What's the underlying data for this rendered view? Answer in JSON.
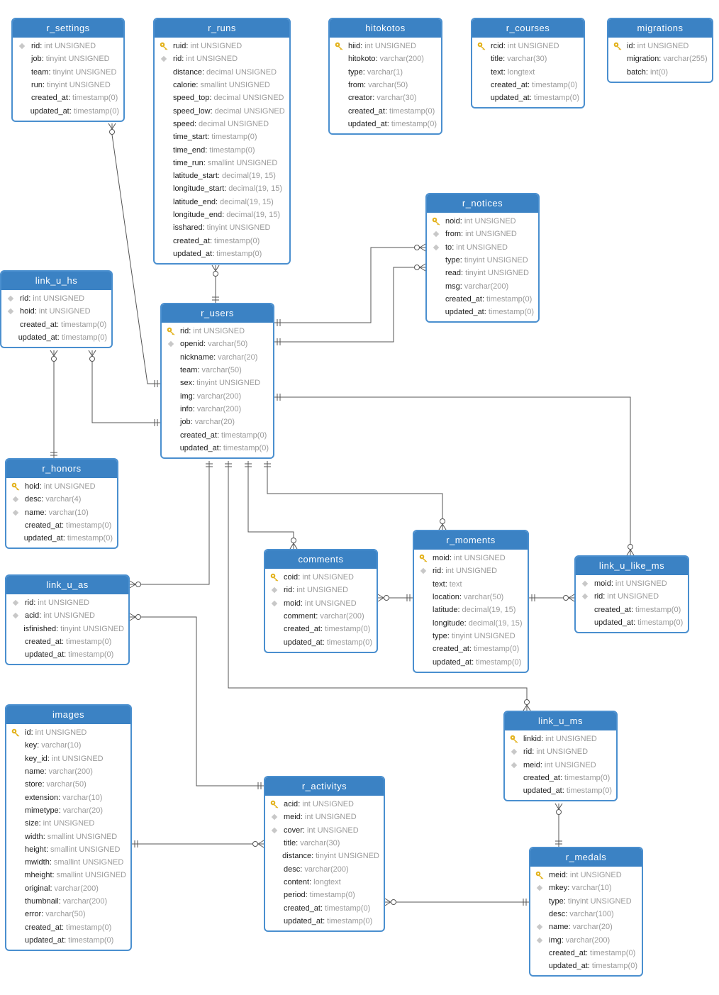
{
  "colors": {
    "header": "#3b82c4",
    "border": "#4a8fcf",
    "line": "#555555",
    "key": "#e3b21c"
  },
  "tables": [
    {
      "name": "r_settings",
      "fields": [
        {
          "name": "rid",
          "type": "int UNSIGNED",
          "icon": "index"
        },
        {
          "name": "job",
          "type": "tinyint UNSIGNED",
          "icon": "none"
        },
        {
          "name": "team",
          "type": "tinyint UNSIGNED",
          "icon": "none"
        },
        {
          "name": "run",
          "type": "tinyint UNSIGNED",
          "icon": "none"
        },
        {
          "name": "created_at",
          "type": "timestamp(0)",
          "icon": "none"
        },
        {
          "name": "updated_at",
          "type": "timestamp(0)",
          "icon": "none"
        }
      ]
    },
    {
      "name": "r_runs",
      "fields": [
        {
          "name": "ruid",
          "type": "int UNSIGNED",
          "icon": "key"
        },
        {
          "name": "rid",
          "type": "int UNSIGNED",
          "icon": "index"
        },
        {
          "name": "distance",
          "type": "decimal UNSIGNED",
          "icon": "none"
        },
        {
          "name": "calorie",
          "type": "smallint UNSIGNED",
          "icon": "none"
        },
        {
          "name": "speed_top",
          "type": "decimal UNSIGNED",
          "icon": "none"
        },
        {
          "name": "speed_low",
          "type": "decimal UNSIGNED",
          "icon": "none"
        },
        {
          "name": "speed",
          "type": "decimal UNSIGNED",
          "icon": "none"
        },
        {
          "name": "time_start",
          "type": "timestamp(0)",
          "icon": "none"
        },
        {
          "name": "time_end",
          "type": "timestamp(0)",
          "icon": "none"
        },
        {
          "name": "time_run",
          "type": "smallint UNSIGNED",
          "icon": "none"
        },
        {
          "name": "latitude_start",
          "type": "decimal(19, 15)",
          "icon": "none"
        },
        {
          "name": "longitude_start",
          "type": "decimal(19, 15)",
          "icon": "none"
        },
        {
          "name": "latitude_end",
          "type": "decimal(19, 15)",
          "icon": "none"
        },
        {
          "name": "longitude_end",
          "type": "decimal(19, 15)",
          "icon": "none"
        },
        {
          "name": "isshared",
          "type": "tinyint UNSIGNED",
          "icon": "none"
        },
        {
          "name": "created_at",
          "type": "timestamp(0)",
          "icon": "none"
        },
        {
          "name": "updated_at",
          "type": "timestamp(0)",
          "icon": "none"
        }
      ]
    },
    {
      "name": "hitokotos",
      "fields": [
        {
          "name": "hiid",
          "type": "int UNSIGNED",
          "icon": "key"
        },
        {
          "name": "hitokoto",
          "type": "varchar(200)",
          "icon": "none"
        },
        {
          "name": "type",
          "type": "varchar(1)",
          "icon": "none"
        },
        {
          "name": "from",
          "type": "varchar(50)",
          "icon": "none"
        },
        {
          "name": "creator",
          "type": "varchar(30)",
          "icon": "none"
        },
        {
          "name": "created_at",
          "type": "timestamp(0)",
          "icon": "none"
        },
        {
          "name": "updated_at",
          "type": "timestamp(0)",
          "icon": "none"
        }
      ]
    },
    {
      "name": "r_courses",
      "fields": [
        {
          "name": "rcid",
          "type": "int UNSIGNED",
          "icon": "key"
        },
        {
          "name": "title",
          "type": "varchar(30)",
          "icon": "none"
        },
        {
          "name": "text",
          "type": "longtext",
          "icon": "none"
        },
        {
          "name": "created_at",
          "type": "timestamp(0)",
          "icon": "none"
        },
        {
          "name": "updated_at",
          "type": "timestamp(0)",
          "icon": "none"
        }
      ]
    },
    {
      "name": "migrations",
      "fields": [
        {
          "name": "id",
          "type": "int UNSIGNED",
          "icon": "key"
        },
        {
          "name": "migration",
          "type": "varchar(255)",
          "icon": "none"
        },
        {
          "name": "batch",
          "type": "int(0)",
          "icon": "none"
        }
      ]
    },
    {
      "name": "r_notices",
      "fields": [
        {
          "name": "noid",
          "type": "int UNSIGNED",
          "icon": "key"
        },
        {
          "name": "from",
          "type": "int UNSIGNED",
          "icon": "index"
        },
        {
          "name": "to",
          "type": "int UNSIGNED",
          "icon": "index"
        },
        {
          "name": "type",
          "type": "tinyint UNSIGNED",
          "icon": "none"
        },
        {
          "name": "read",
          "type": "tinyint UNSIGNED",
          "icon": "none"
        },
        {
          "name": "msg",
          "type": "varchar(200)",
          "icon": "none"
        },
        {
          "name": "created_at",
          "type": "timestamp(0)",
          "icon": "none"
        },
        {
          "name": "updated_at",
          "type": "timestamp(0)",
          "icon": "none"
        }
      ]
    },
    {
      "name": "link_u_hs",
      "fields": [
        {
          "name": "rid",
          "type": "int UNSIGNED",
          "icon": "index"
        },
        {
          "name": "hoid",
          "type": "int UNSIGNED",
          "icon": "index"
        },
        {
          "name": "created_at",
          "type": "timestamp(0)",
          "icon": "none"
        },
        {
          "name": "updated_at",
          "type": "timestamp(0)",
          "icon": "none"
        }
      ]
    },
    {
      "name": "r_users",
      "fields": [
        {
          "name": "rid",
          "type": "int UNSIGNED",
          "icon": "key"
        },
        {
          "name": "openid",
          "type": "varchar(50)",
          "icon": "index"
        },
        {
          "name": "nickname",
          "type": "varchar(20)",
          "icon": "none"
        },
        {
          "name": "team",
          "type": "varchar(50)",
          "icon": "none"
        },
        {
          "name": "sex",
          "type": "tinyint UNSIGNED",
          "icon": "none"
        },
        {
          "name": "img",
          "type": "varchar(200)",
          "icon": "none"
        },
        {
          "name": "info",
          "type": "varchar(200)",
          "icon": "none"
        },
        {
          "name": "job",
          "type": "varchar(20)",
          "icon": "none"
        },
        {
          "name": "created_at",
          "type": "timestamp(0)",
          "icon": "none"
        },
        {
          "name": "updated_at",
          "type": "timestamp(0)",
          "icon": "none"
        }
      ]
    },
    {
      "name": "r_honors",
      "fields": [
        {
          "name": "hoid",
          "type": "int UNSIGNED",
          "icon": "key"
        },
        {
          "name": "desc",
          "type": "varchar(4)",
          "icon": "index"
        },
        {
          "name": "name",
          "type": "varchar(10)",
          "icon": "index"
        },
        {
          "name": "created_at",
          "type": "timestamp(0)",
          "icon": "none"
        },
        {
          "name": "updated_at",
          "type": "timestamp(0)",
          "icon": "none"
        }
      ]
    },
    {
      "name": "link_u_as",
      "fields": [
        {
          "name": "rid",
          "type": "int UNSIGNED",
          "icon": "index"
        },
        {
          "name": "acid",
          "type": "int UNSIGNED",
          "icon": "index"
        },
        {
          "name": "isfinished",
          "type": "tinyint UNSIGNED",
          "icon": "none"
        },
        {
          "name": "created_at",
          "type": "timestamp(0)",
          "icon": "none"
        },
        {
          "name": "updated_at",
          "type": "timestamp(0)",
          "icon": "none"
        }
      ]
    },
    {
      "name": "comments",
      "fields": [
        {
          "name": "coid",
          "type": "int UNSIGNED",
          "icon": "key"
        },
        {
          "name": "rid",
          "type": "int UNSIGNED",
          "icon": "index"
        },
        {
          "name": "moid",
          "type": "int UNSIGNED",
          "icon": "index"
        },
        {
          "name": "comment",
          "type": "varchar(200)",
          "icon": "none"
        },
        {
          "name": "created_at",
          "type": "timestamp(0)",
          "icon": "none"
        },
        {
          "name": "updated_at",
          "type": "timestamp(0)",
          "icon": "none"
        }
      ]
    },
    {
      "name": "r_moments",
      "fields": [
        {
          "name": "moid",
          "type": "int UNSIGNED",
          "icon": "key"
        },
        {
          "name": "rid",
          "type": "int UNSIGNED",
          "icon": "index"
        },
        {
          "name": "text",
          "type": "text",
          "icon": "none"
        },
        {
          "name": "location",
          "type": "varchar(50)",
          "icon": "none"
        },
        {
          "name": "latitude",
          "type": "decimal(19, 15)",
          "icon": "none"
        },
        {
          "name": "longitude",
          "type": "decimal(19, 15)",
          "icon": "none"
        },
        {
          "name": "type",
          "type": "tinyint UNSIGNED",
          "icon": "none"
        },
        {
          "name": "created_at",
          "type": "timestamp(0)",
          "icon": "none"
        },
        {
          "name": "updated_at",
          "type": "timestamp(0)",
          "icon": "none"
        }
      ]
    },
    {
      "name": "link_u_like_ms",
      "fields": [
        {
          "name": "moid",
          "type": "int UNSIGNED",
          "icon": "index"
        },
        {
          "name": "rid",
          "type": "int UNSIGNED",
          "icon": "index"
        },
        {
          "name": "created_at",
          "type": "timestamp(0)",
          "icon": "none"
        },
        {
          "name": "updated_at",
          "type": "timestamp(0)",
          "icon": "none"
        }
      ]
    },
    {
      "name": "images",
      "fields": [
        {
          "name": "id",
          "type": "int UNSIGNED",
          "icon": "key"
        },
        {
          "name": "key",
          "type": "varchar(10)",
          "icon": "none"
        },
        {
          "name": "key_id",
          "type": "int UNSIGNED",
          "icon": "none"
        },
        {
          "name": "name",
          "type": "varchar(200)",
          "icon": "none"
        },
        {
          "name": "store",
          "type": "varchar(50)",
          "icon": "none"
        },
        {
          "name": "extension",
          "type": "varchar(10)",
          "icon": "none"
        },
        {
          "name": "mimetype",
          "type": "varchar(20)",
          "icon": "none"
        },
        {
          "name": "size",
          "type": "int UNSIGNED",
          "icon": "none"
        },
        {
          "name": "width",
          "type": "smallint UNSIGNED",
          "icon": "none"
        },
        {
          "name": "height",
          "type": "smallint UNSIGNED",
          "icon": "none"
        },
        {
          "name": "mwidth",
          "type": "smallint UNSIGNED",
          "icon": "none"
        },
        {
          "name": "mheight",
          "type": "smallint UNSIGNED",
          "icon": "none"
        },
        {
          "name": "original",
          "type": "varchar(200)",
          "icon": "none"
        },
        {
          "name": "thumbnail",
          "type": "varchar(200)",
          "icon": "none"
        },
        {
          "name": "error",
          "type": "varchar(50)",
          "icon": "none"
        },
        {
          "name": "created_at",
          "type": "timestamp(0)",
          "icon": "none"
        },
        {
          "name": "updated_at",
          "type": "timestamp(0)",
          "icon": "none"
        }
      ]
    },
    {
      "name": "link_u_ms",
      "fields": [
        {
          "name": "linkid",
          "type": "int UNSIGNED",
          "icon": "key"
        },
        {
          "name": "rid",
          "type": "int UNSIGNED",
          "icon": "index"
        },
        {
          "name": "meid",
          "type": "int UNSIGNED",
          "icon": "index"
        },
        {
          "name": "created_at",
          "type": "timestamp(0)",
          "icon": "none"
        },
        {
          "name": "updated_at",
          "type": "timestamp(0)",
          "icon": "none"
        }
      ]
    },
    {
      "name": "r_activitys",
      "fields": [
        {
          "name": "acid",
          "type": "int UNSIGNED",
          "icon": "key"
        },
        {
          "name": "meid",
          "type": "int UNSIGNED",
          "icon": "index"
        },
        {
          "name": "cover",
          "type": "int UNSIGNED",
          "icon": "index"
        },
        {
          "name": "title",
          "type": "varchar(30)",
          "icon": "none"
        },
        {
          "name": "distance",
          "type": "tinyint UNSIGNED",
          "icon": "none"
        },
        {
          "name": "desc",
          "type": "varchar(200)",
          "icon": "none"
        },
        {
          "name": "content",
          "type": "longtext",
          "icon": "none"
        },
        {
          "name": "period",
          "type": "timestamp(0)",
          "icon": "none"
        },
        {
          "name": "created_at",
          "type": "timestamp(0)",
          "icon": "none"
        },
        {
          "name": "updated_at",
          "type": "timestamp(0)",
          "icon": "none"
        }
      ]
    },
    {
      "name": "r_medals",
      "fields": [
        {
          "name": "meid",
          "type": "int UNSIGNED",
          "icon": "key"
        },
        {
          "name": "mkey",
          "type": "varchar(10)",
          "icon": "index"
        },
        {
          "name": "type",
          "type": "tinyint UNSIGNED",
          "icon": "none"
        },
        {
          "name": "desc",
          "type": "varchar(100)",
          "icon": "none"
        },
        {
          "name": "name",
          "type": "varchar(20)",
          "icon": "index"
        },
        {
          "name": "img",
          "type": "varchar(200)",
          "icon": "index"
        },
        {
          "name": "created_at",
          "type": "timestamp(0)",
          "icon": "none"
        },
        {
          "name": "updated_at",
          "type": "timestamp(0)",
          "icon": "none"
        }
      ]
    }
  ],
  "relationships": [
    {
      "from": "r_settings",
      "to": "r_users",
      "from_end": "zero-or-many",
      "to_end": "one"
    },
    {
      "from": "r_runs",
      "to": "r_users",
      "from_end": "zero-or-many",
      "to_end": "one"
    },
    {
      "from": "r_notices",
      "to": "r_users",
      "from_end": "zero-or-many",
      "to_end": "one"
    },
    {
      "from": "r_notices",
      "to": "r_users",
      "from_end": "zero-or-many",
      "to_end": "one"
    },
    {
      "from": "link_u_hs",
      "to": "r_honors",
      "from_end": "zero-or-many",
      "to_end": "one"
    },
    {
      "from": "link_u_hs",
      "to": "r_users",
      "from_end": "zero-or-many",
      "to_end": "one"
    },
    {
      "from": "link_u_like_ms",
      "to": "r_users",
      "from_end": "zero-or-many",
      "to_end": "one"
    },
    {
      "from": "link_u_as",
      "to": "r_users",
      "from_end": "zero-or-many",
      "to_end": "one"
    },
    {
      "from": "comments",
      "to": "r_users",
      "from_end": "zero-or-many",
      "to_end": "one"
    },
    {
      "from": "r_moments",
      "to": "r_users",
      "from_end": "zero-or-many",
      "to_end": "one"
    },
    {
      "from": "link_u_ms",
      "to": "r_users",
      "from_end": "zero-or-many",
      "to_end": "one"
    },
    {
      "from": "comments",
      "to": "r_moments",
      "from_end": "zero-or-many",
      "to_end": "one"
    },
    {
      "from": "link_u_like_ms",
      "to": "r_moments",
      "from_end": "zero-or-many",
      "to_end": "one"
    },
    {
      "from": "link_u_as",
      "to": "r_activitys",
      "from_end": "zero-or-many",
      "to_end": "one"
    },
    {
      "from": "r_activitys",
      "to": "images",
      "from_end": "zero-or-many",
      "to_end": "one"
    },
    {
      "from": "link_u_ms",
      "to": "r_medals",
      "from_end": "zero-or-many",
      "to_end": "one"
    },
    {
      "from": "r_activitys",
      "to": "r_medals",
      "from_end": "zero-or-many",
      "to_end": "one"
    }
  ]
}
